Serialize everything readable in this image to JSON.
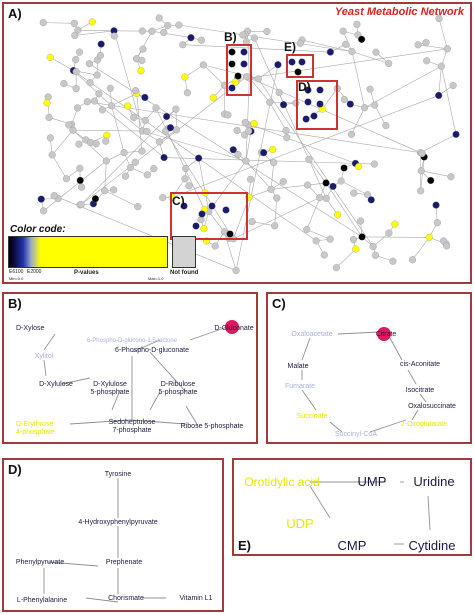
{
  "panel_a": {
    "label": "A)",
    "title": "Yeast Metabolic Network",
    "box_labels": [
      "B)",
      "C)",
      "D)",
      "E)"
    ],
    "color_code": {
      "title": "Color code:",
      "tick_low_1": "E6100",
      "tick_low_2": "E2000",
      "min_label": "Min=0.0",
      "pvalues_label": "P-values",
      "max_label": "Max=1.0",
      "not_found_label": "Not found",
      "colors": {
        "dark": "#0a0a3c",
        "mid": "#2233aa",
        "high": "#ffff00",
        "missing": "#d3d3d3"
      }
    }
  },
  "panel_b": {
    "label": "B)",
    "metabolites": {
      "d_gluconate": "D-Gluconate",
      "lactone": "6-Phospho-D-glucono-1,5-lactone",
      "d_xylose": "D-Xylose",
      "xylitol": "Xylitol",
      "phosphogluconate": "6-Phospho-D-gluconate",
      "d_xylulose": "D-Xylulose",
      "xylulose5p": "D-Xylulose\n5-phosphate",
      "ribulose5p": "D-Ribulose\n5-phosphate",
      "sedoheptulose": "Sedoheptulose\n7-phosphate",
      "erythrose": "D-Erythrose\n4-phosphate",
      "ribose5p": "Ribose 5-phosphate"
    }
  },
  "panel_c": {
    "label": "C)",
    "metabolites": {
      "oxaloacetate": "Oxaloacetate",
      "citrate": "Citrate",
      "malate": "Malate",
      "cis_aconitate": "cis-Aconitate",
      "fumarate": "Fumarate",
      "isocitrate": "Isocitrate",
      "oxalosuccinate": "Oxalosuccinate",
      "succinate": "Succinate",
      "oxoglutarate": "2-Oxoglutarate",
      "succinyl_coa": "Succinyl-CoA"
    }
  },
  "panel_d": {
    "label": "D)",
    "metabolites": {
      "tyrosine": "Tyrosine",
      "hppyruvate": "4-Hydroxyphenylpyruvate",
      "phenylpyruvate": "Phenylpyruvate",
      "prephenate": "Prephenate",
      "phenylalanine": "L-Phenylalanine",
      "chorismate": "Chorismate",
      "vitamin_l1": "Vitamin L1"
    }
  },
  "panel_e": {
    "label": "E)",
    "metabolites": {
      "orotidylic": "Orotidylic acid",
      "ump": "UMP",
      "uridine": "Uridine",
      "udp": "UDP",
      "cmp": "CMP",
      "cytidine": "Cytidine"
    }
  },
  "colors": {
    "panel_border": "#a33a3a",
    "highlight_box": "#cc3333",
    "node_grey": "#c8c8c8",
    "node_yellow": "#ffff00",
    "node_navy": "#1a1a6e",
    "node_black": "#000000",
    "magenta": "#e0185e",
    "text_dark": "#1a1a40",
    "text_pale": "#aab0dd",
    "text_yellow": "#e8e800"
  }
}
